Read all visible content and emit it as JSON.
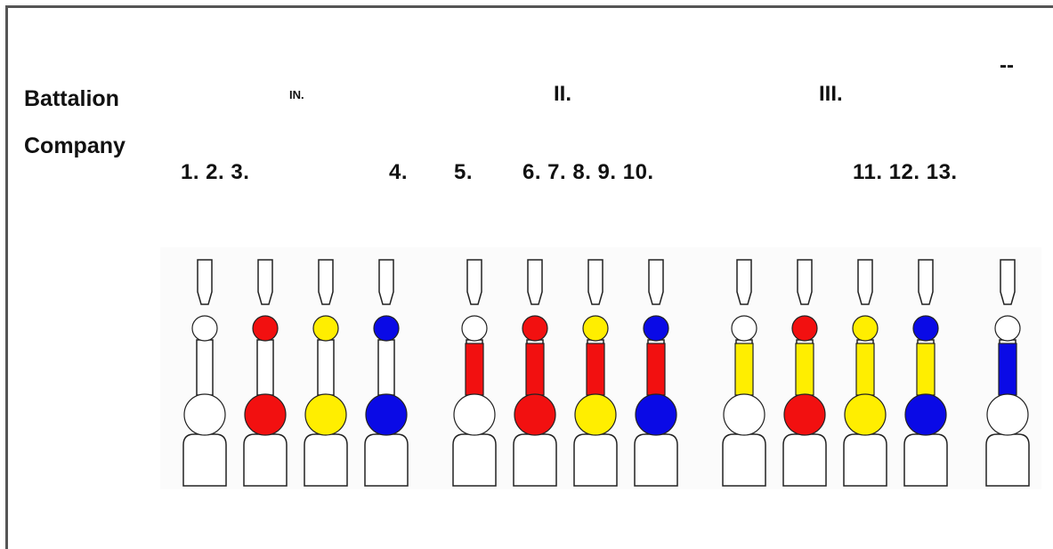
{
  "labels": {
    "battalion": "Battalion",
    "company": "Company"
  },
  "battalions": [
    "IN.",
    "II.",
    "III.",
    "--"
  ],
  "companies": {
    "group1": "1. 2. 3.",
    "c4": "4.",
    "c5": "5.",
    "group2": "6. 7. 8. 9. 10.",
    "group3": "11. 12. 13."
  },
  "colors": {
    "white": "#ffffff",
    "red": "#f21010",
    "yellow": "#ffee00",
    "blue": "#0a0ae6",
    "outline": "#222222",
    "frame": "#555555"
  },
  "figures": [
    {
      "small": "white",
      "big": "white",
      "bar": "none"
    },
    {
      "small": "red",
      "big": "red",
      "bar": "none"
    },
    {
      "small": "yellow",
      "big": "yellow",
      "bar": "none"
    },
    {
      "small": "blue",
      "big": "blue",
      "bar": "none"
    },
    {
      "small": "white",
      "big": "white",
      "bar": "red"
    },
    {
      "small": "red",
      "big": "red",
      "bar": "red"
    },
    {
      "small": "yellow",
      "big": "yellow",
      "bar": "red"
    },
    {
      "small": "blue",
      "big": "blue",
      "bar": "red"
    },
    {
      "small": "white",
      "big": "white",
      "bar": "yellow"
    },
    {
      "small": "red",
      "big": "red",
      "bar": "yellow"
    },
    {
      "small": "yellow",
      "big": "yellow",
      "bar": "yellow"
    },
    {
      "small": "blue",
      "big": "blue",
      "bar": "yellow"
    },
    {
      "small": "white",
      "big": "white",
      "bar": "blue"
    }
  ]
}
